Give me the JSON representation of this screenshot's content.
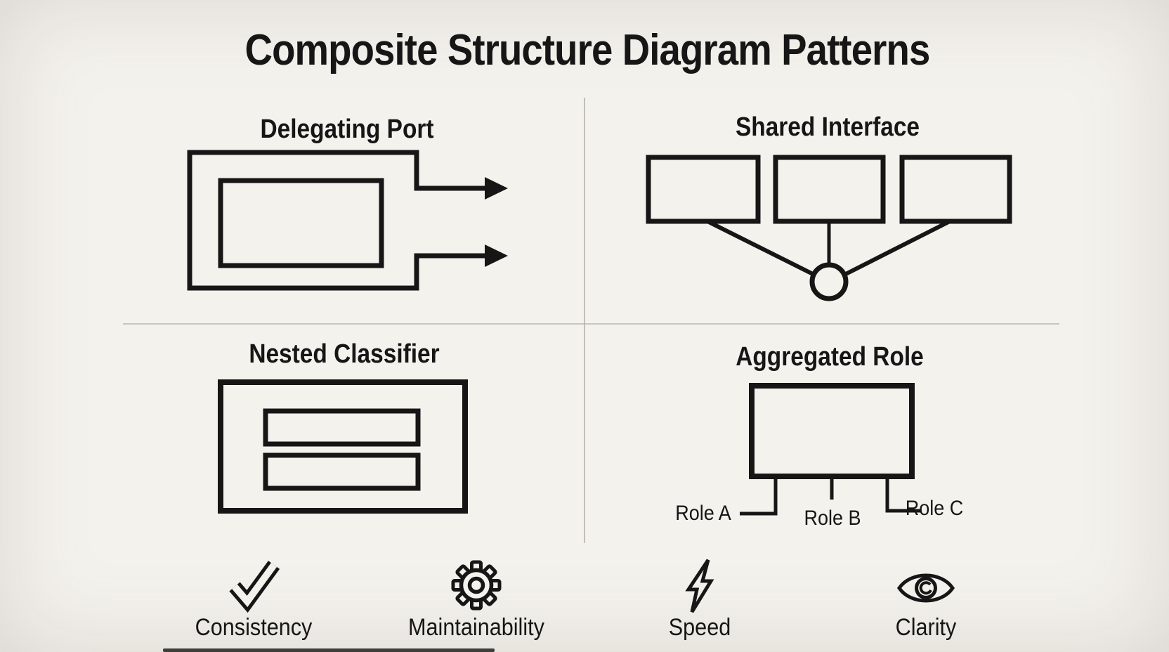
{
  "title": "Composite Structure Diagram Patterns",
  "colors": {
    "background": "#f4f2ed",
    "ink": "#161616",
    "divider": "#b2afa9"
  },
  "patterns": [
    {
      "name": "Delegating Port",
      "diagram": "component with nested part and two delegating port arrows"
    },
    {
      "name": "Shared Interface",
      "diagram": "three components connected to one shared interface ball"
    },
    {
      "name": "Nested Classifier",
      "diagram": "classifier containing two stacked nested parts"
    },
    {
      "name": "Aggregated Role",
      "diagram": "classifier aggregating three roles",
      "roles": [
        "Role A",
        "Role B",
        "Role C"
      ]
    }
  ],
  "benefits": [
    {
      "icon": "check-icon",
      "label": "Consistency"
    },
    {
      "icon": "gear-icon",
      "label": "Maintainability"
    },
    {
      "icon": "lightning-icon",
      "label": "Speed"
    },
    {
      "icon": "eye-icon",
      "label": "Clarity"
    }
  ]
}
